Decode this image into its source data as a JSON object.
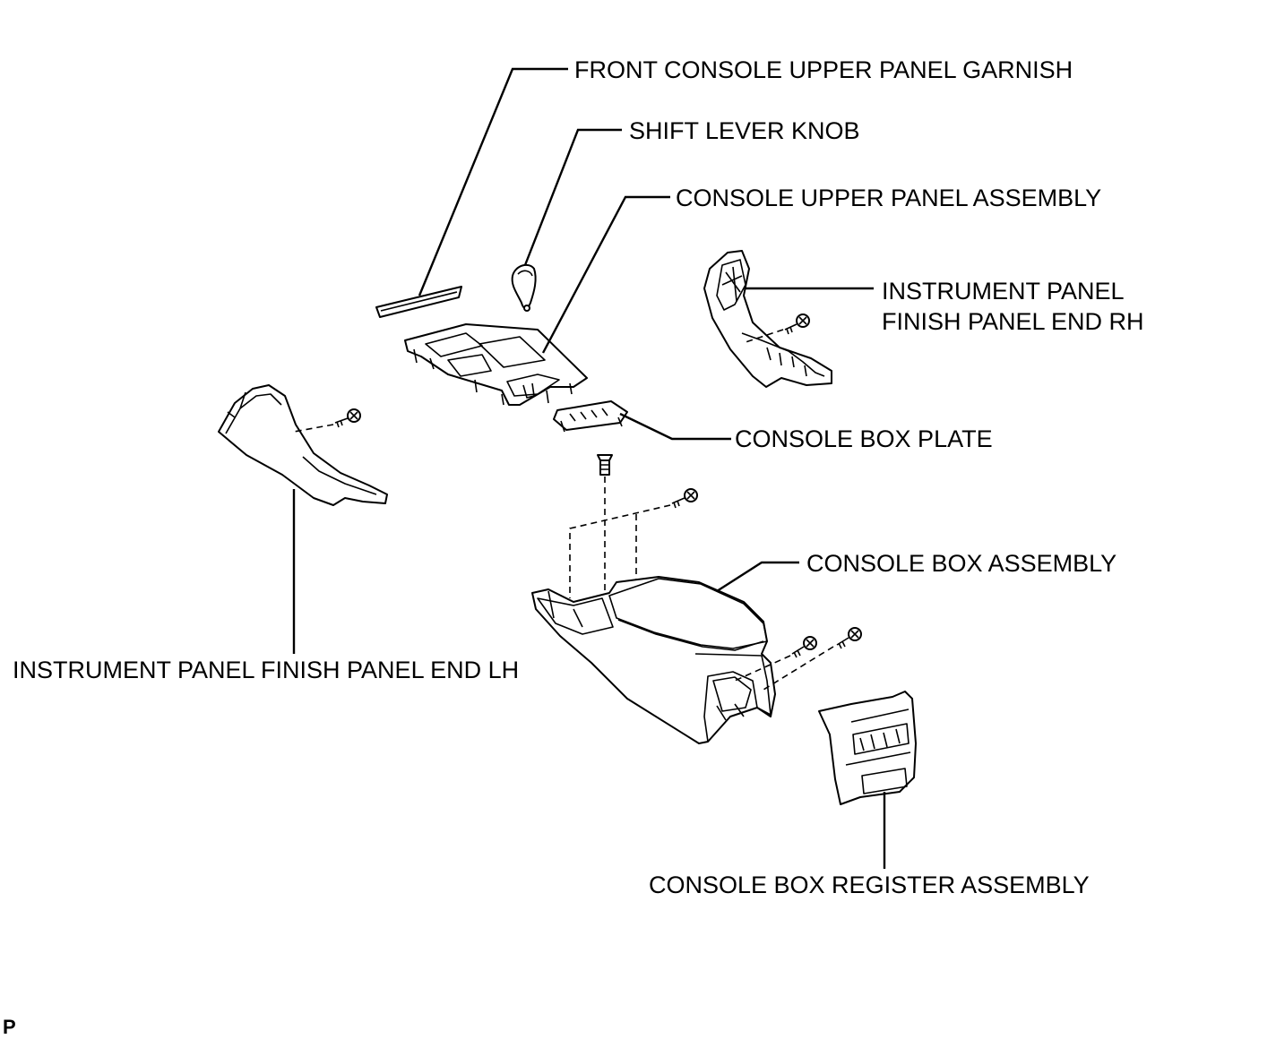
{
  "labels": {
    "front_console_upper_panel_garnish": "FRONT CONSOLE UPPER PANEL GARNISH",
    "shift_lever_knob": "SHIFT LEVER KNOB",
    "console_upper_panel_assembly": "CONSOLE UPPER PANEL ASSEMBLY",
    "instrument_panel_finish_panel_end_rh_line1": "INSTRUMENT PANEL",
    "instrument_panel_finish_panel_end_rh_line2": "FINISH PANEL END RH",
    "console_box_plate": "CONSOLE BOX PLATE",
    "console_box_assembly": "CONSOLE BOX ASSEMBLY",
    "instrument_panel_finish_panel_end_lh": "INSTRUMENT PANEL FINISH PANEL END LH",
    "console_box_register_assembly": "CONSOLE BOX REGISTER ASSEMBLY"
  },
  "page_marker": "P"
}
